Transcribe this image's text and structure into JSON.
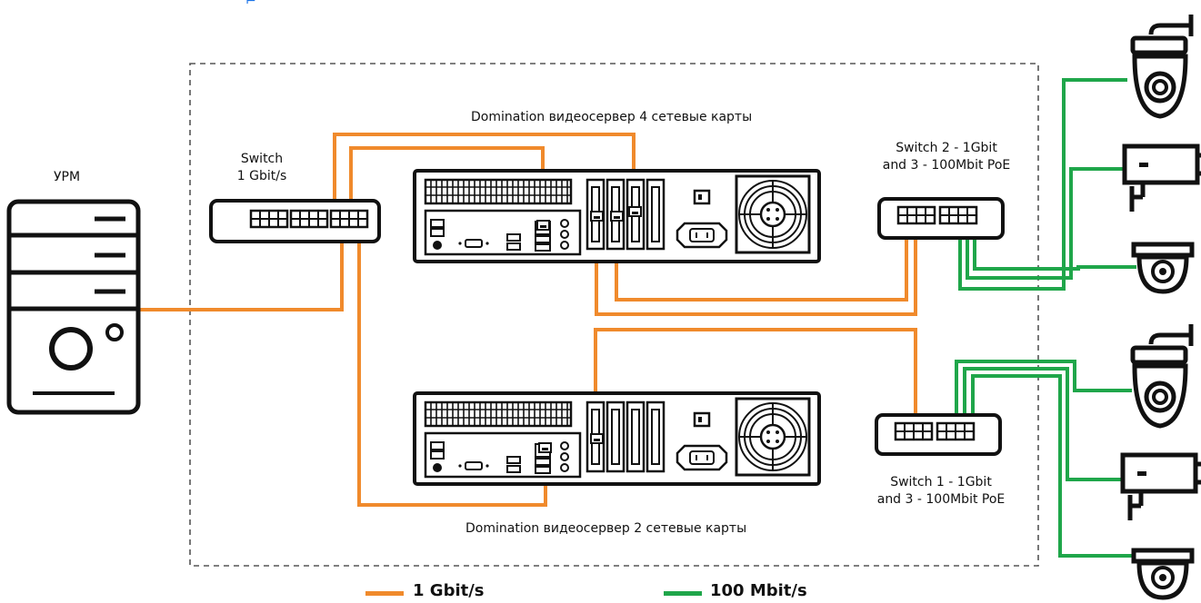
{
  "labels": {
    "workstation": "УРМ",
    "switch_main_line1": "Switch",
    "switch_main_line2": "1 Gbit/s",
    "server4_title": "Domination видеосервер 4 сетевые карты",
    "server2_title": "Domination видеосервер 2 сетевые карты",
    "switch2_line1": "Switch 2 - 1Gbit",
    "switch2_line2": "and 3 - 100Mbit PoE",
    "switch1_line1": "Switch 1 - 1Gbit",
    "switch1_line2": "and 3 - 100Mbit PoE"
  },
  "legend": [
    {
      "label": "1 Gbit/s",
      "color": "#f08a2c"
    },
    {
      "label": "100 Mbit/s",
      "color": "#1fa64a"
    }
  ],
  "colors": {
    "gbit": "#f08a2c",
    "mbit": "#1fa64a",
    "outline": "#111111",
    "boundary": "#555555"
  },
  "devices": [
    {
      "id": "workstation",
      "icon": "pc-tower-icon"
    },
    {
      "id": "switch-main",
      "icon": "network-switch-icon"
    },
    {
      "id": "server-4nic",
      "icon": "rack-server-icon"
    },
    {
      "id": "server-2nic",
      "icon": "rack-server-icon"
    },
    {
      "id": "switch-2",
      "icon": "poe-switch-icon"
    },
    {
      "id": "switch-1",
      "icon": "poe-switch-icon"
    },
    {
      "id": "camera-ptz-1",
      "icon": "ptz-camera-icon"
    },
    {
      "id": "camera-bullet-1",
      "icon": "bullet-camera-icon"
    },
    {
      "id": "camera-dome-1",
      "icon": "dome-camera-icon"
    },
    {
      "id": "camera-ptz-2",
      "icon": "ptz-camera-icon"
    },
    {
      "id": "camera-bullet-2",
      "icon": "bullet-camera-icon"
    },
    {
      "id": "camera-dome-2",
      "icon": "dome-camera-icon"
    }
  ]
}
